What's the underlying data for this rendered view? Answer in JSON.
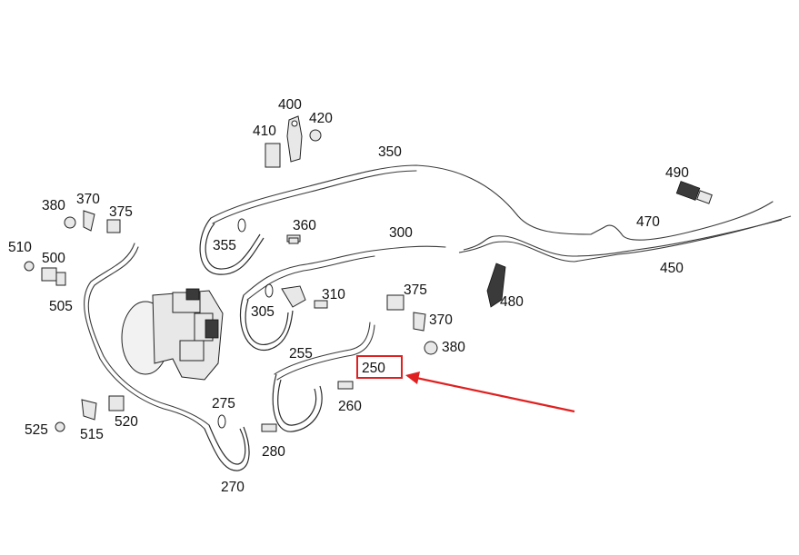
{
  "labels": {
    "l400": "400",
    "l410": "410",
    "l420": "420",
    "l350": "350",
    "l490": "490",
    "l380a": "380",
    "l370a": "370",
    "l375a": "375",
    "l510": "510",
    "l500": "500",
    "l505": "505",
    "l355": "355",
    "l360": "360",
    "l300": "300",
    "l470": "470",
    "l450": "450",
    "l480": "480",
    "l375b": "375",
    "l310": "310",
    "l305": "305",
    "l370b": "370",
    "l380b": "380",
    "l255": "255",
    "l250": "250",
    "l260": "260",
    "l275": "275",
    "l280": "280",
    "l270": "270",
    "l525": "525",
    "l515": "515",
    "l520": "520"
  },
  "highlight": {
    "target": "250",
    "box_color": "#e02020",
    "arrow_color": "#e02020"
  }
}
